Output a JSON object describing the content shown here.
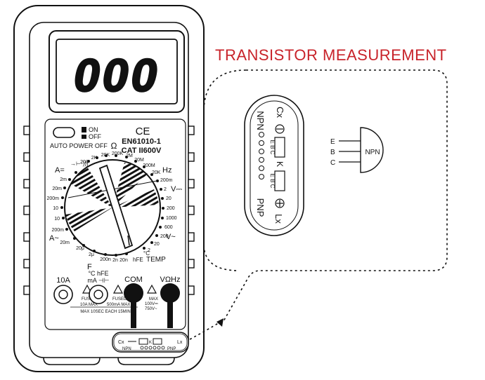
{
  "title": "TRANSISTOR MEASUREMENT",
  "display": "000",
  "switch": {
    "on": "ON",
    "off": "OFF",
    "label": "AUTO POWER OFF"
  },
  "ce_mark": "CE",
  "standard_1": "EN61010-1",
  "standard_2": "CAT II600V",
  "dial_labels": {
    "ohm": "Ω",
    "a_dc": "A=",
    "a_ac": "A~",
    "hz": "Hz",
    "v_dc": "V⎓",
    "v_ac": "V~",
    "temp": "TEMP",
    "f": "F",
    "hfe": "hFE",
    "celsius": "°C",
    "diode": "→⊢·)))",
    "r200": "200",
    "r2k": "2K",
    "r20k": "20K",
    "r200k": "200K",
    "r2m": "2M",
    "r20m": "20M",
    "r200m": "200M",
    "hz20k": "20K",
    "vdc200m": "200m",
    "vdc2": "2",
    "vdc20": "20",
    "vdc200": "200",
    "vdc1000": "1000",
    "vac600": "600",
    "vac200": "200",
    "vac20": "20",
    "vac2": "2",
    "adc2m": "2m",
    "adc20m": "20m",
    "adc200m": "200m",
    "adc10": "10",
    "aac10": "10",
    "aac200m": "200m",
    "aac20m": "20m",
    "c2u": "2μ",
    "c20u": "20μ",
    "c200n": "200n",
    "c2n": "2n",
    "c20n": "20n"
  },
  "terminals": {
    "a10": "10A",
    "com": "COM",
    "vohmhz": "VΩHz",
    "fused_10a": "FUSED",
    "max_10a": "10A MAX",
    "c_hfe": "°C hFE",
    "ma_cap": "mA ⊣⊢",
    "fused_ma": "FUSED",
    "max_ma": "500mA MAX",
    "max_v": "MAX",
    "v100": "100V⎓",
    "v750": "750V~",
    "max_10sec": "MAX 10SEC EACH 15MIN"
  },
  "socket": {
    "cx": "Cx",
    "lx": "Lx",
    "npn": "NPN",
    "pnp": "PNP",
    "pins_1": "E B C",
    "pins_2": "E B C",
    "k": "K"
  },
  "transistor": {
    "e": "E",
    "b": "B",
    "c": "C",
    "type": "NPN"
  }
}
